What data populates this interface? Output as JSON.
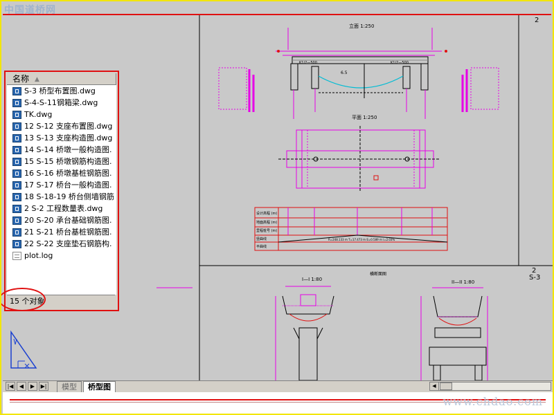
{
  "watermark_top": "中国道桥网",
  "site_watermark": "www.chdao.com",
  "file_panel": {
    "column_header": "名称",
    "items": [
      {
        "name": "S-3 桥型布置图.dwg",
        "type": "dwg"
      },
      {
        "name": "S-4-S-11钢箱梁.dwg",
        "type": "dwg"
      },
      {
        "name": "TK.dwg",
        "type": "dwg"
      },
      {
        "name": "12 S-12 支座布置图.dwg",
        "type": "dwg"
      },
      {
        "name": "13 S-13 支座构造图.dwg",
        "type": "dwg"
      },
      {
        "name": "14 S-14 桥墩一般构造图.",
        "type": "dwg"
      },
      {
        "name": "15 S-15 桥墩钢筋构造图.",
        "type": "dwg"
      },
      {
        "name": "16 S-16 桥墩基桩钢筋图.",
        "type": "dwg"
      },
      {
        "name": "17 S-17 桥台一般构造图.",
        "type": "dwg"
      },
      {
        "name": "18 S-18-19 桥台侧墙钢筋",
        "type": "dwg"
      },
      {
        "name": "2 S-2 工程数量表.dwg",
        "type": "dwg"
      },
      {
        "name": "20 S-20 承台基础钢筋图.",
        "type": "dwg"
      },
      {
        "name": "21 S-21 桥台基桩钢筋图.",
        "type": "dwg"
      },
      {
        "name": "22 S-22 支座垫石钢筋构.",
        "type": "dwg"
      },
      {
        "name": "plot.log",
        "type": "log"
      }
    ],
    "status": "15 个对象"
  },
  "layout_tabs": {
    "model": "模型",
    "layout": "桥型图"
  },
  "drawing": {
    "page_num_top": "2",
    "page_num_bottom": "2",
    "sheet_ref": "S-3",
    "elevation_title": "立面 1:250",
    "plan_title": "平面 1:250",
    "section_caption": "横断面图",
    "section_1_title": "I—I 1:80",
    "section_2_title": "II—II 1:80",
    "dim_main": "6.5",
    "pier_left": "K1/2—500",
    "pier_right": "K1/2—500",
    "table_rows": [
      "设计高程 (m)",
      "地面高程 (m)",
      "里程桩号 (m)",
      "竖曲线",
      "平曲线"
    ],
    "curve_text": "R=248.133 m  T=17.473 m  E=0.589 m  i=2.03%",
    "colors": {
      "magenta": "#e600e6",
      "cyan": "#00bcd4",
      "red": "#e01010",
      "blue": "#1a40d0"
    }
  }
}
